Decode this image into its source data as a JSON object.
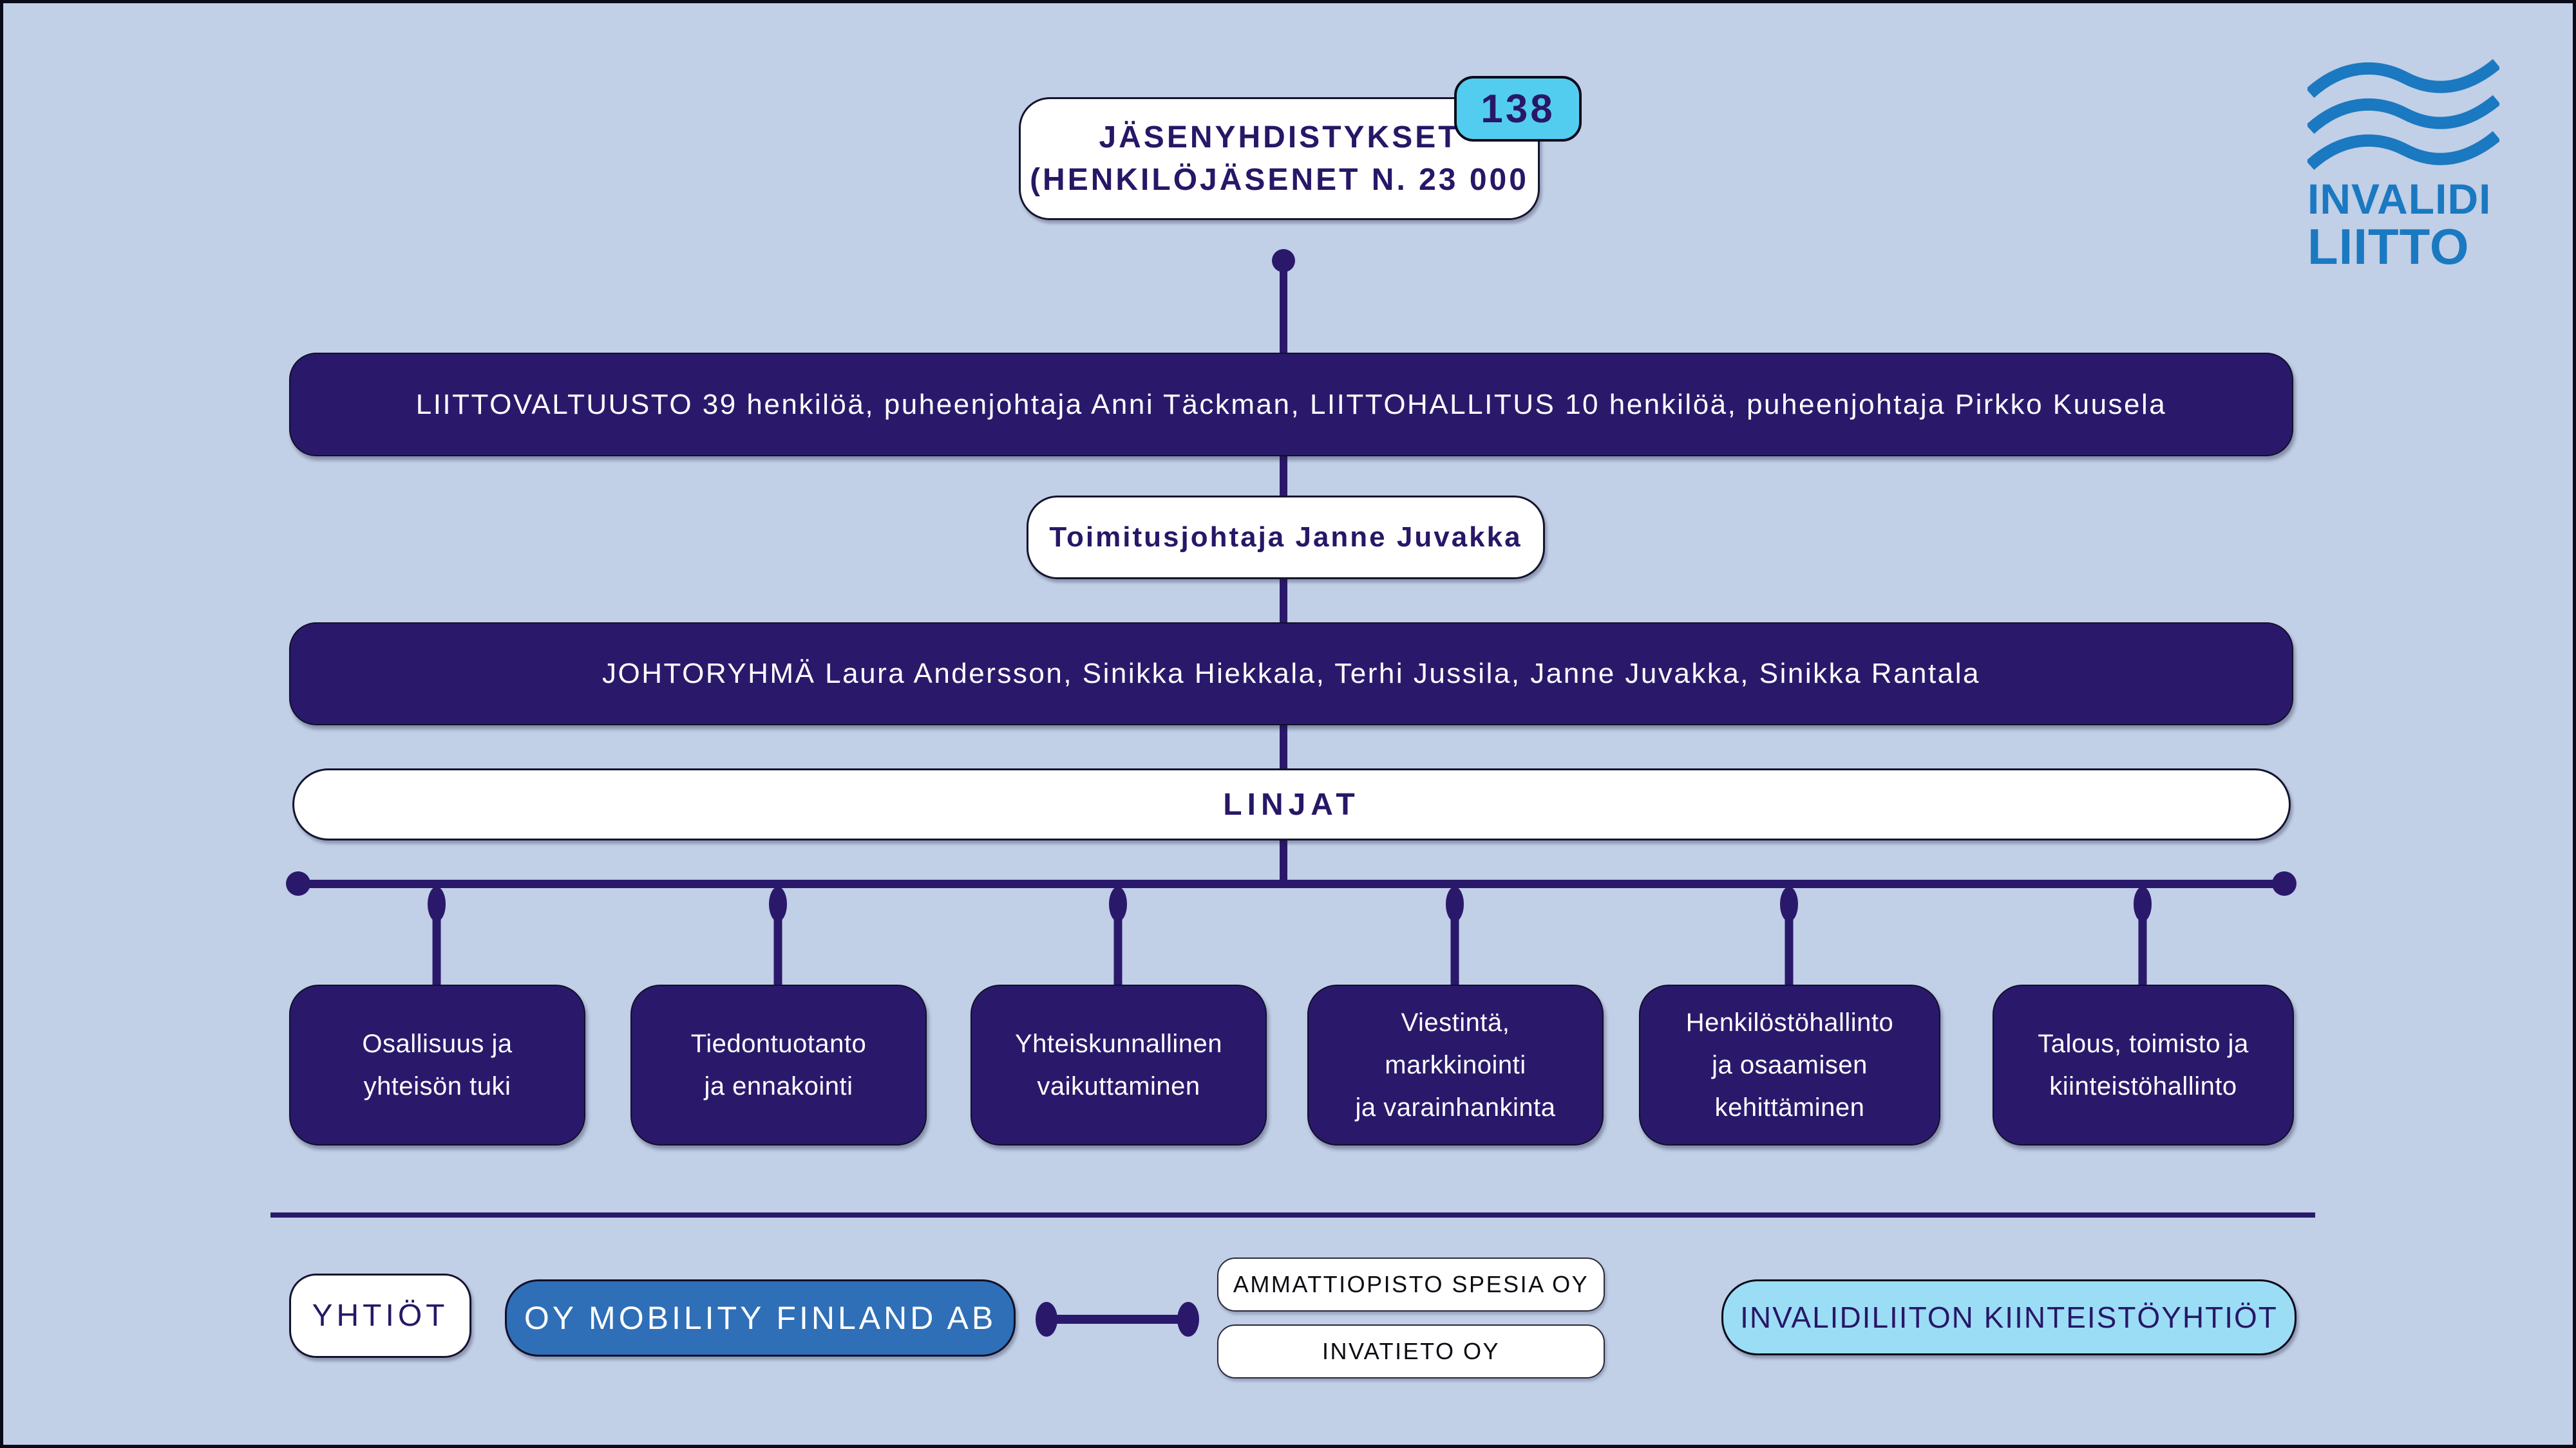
{
  "palette": {
    "background": "#C1CFE7",
    "navy": "#2A196B",
    "heading_text": "#281767",
    "badge_cyan": "#53CDEF",
    "light_cyan": "#9BDDF5",
    "company_blue": "#2F6FB7",
    "logo_blue": "#1A79C0",
    "outline_dark": "#0A0A18"
  },
  "logo": {
    "line1": "INVALIDI",
    "line2": "LIITTO"
  },
  "org": {
    "member_associations": {
      "label": "JÄSENYHDISTYKSET\n(HENKILÖJÄSENET N. 23 000",
      "count_badge": "138"
    },
    "council_board": "LIITTOVALTUUSTO 39 henkilöä, puheenjohtaja Anni Täckman, LIITTOHALLITUS 10 henkilöä, puheenjohtaja Pirkko Kuusela",
    "ceo": "Toimitusjohtaja Janne Juvakka",
    "management_group": "JOHTORYHMÄ Laura Andersson, Sinikka Hiekkala, Terhi Jussila, Janne Juvakka, Sinikka Rantala",
    "lines_header": "LINJAT",
    "departments": [
      {
        "label": "Osallisuus ja\nyhteisön tuki"
      },
      {
        "label": "Tiedontuotanto\nja ennakointi"
      },
      {
        "label": "Yhteiskunnallinen\nvaikuttaminen"
      },
      {
        "label": "Viestintä,\nmarkkinointi\nja varainhankinta"
      },
      {
        "label": "Henkilöstöhallinto\nja osaamisen\nkehittäminen"
      },
      {
        "label": "Talous, toimisto ja\nkiinteistöhallinto"
      }
    ]
  },
  "companies": {
    "section_label": "YHTIÖT",
    "mobility": "OY MOBILITY FINLAND AB",
    "spesia": "AMMATTIOPISTO SPESIA OY",
    "invatieto": "INVATIETO OY",
    "real_estate": "INVALIDILIITON KIINTEISTÖYHTIÖT"
  }
}
